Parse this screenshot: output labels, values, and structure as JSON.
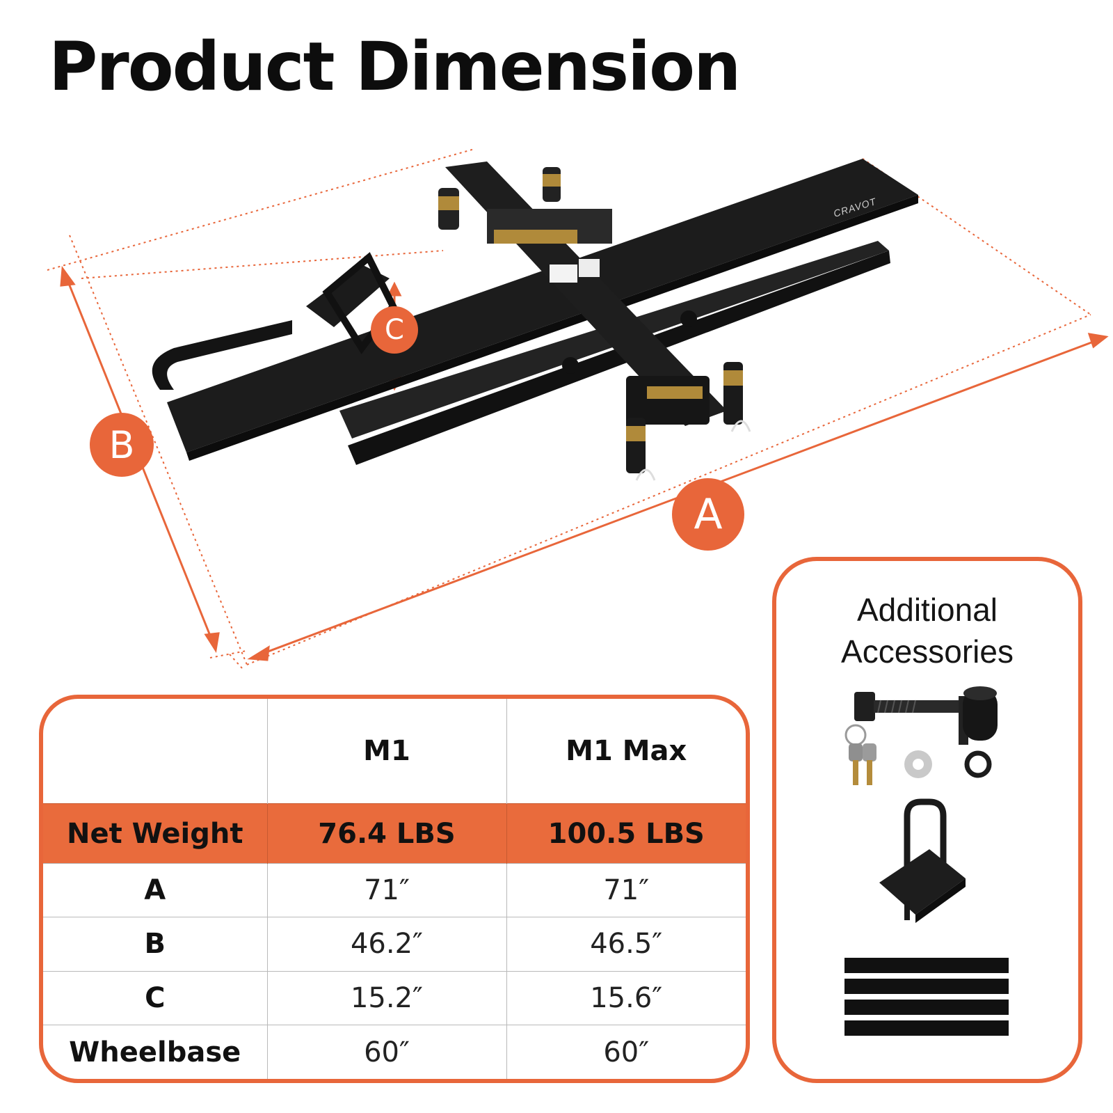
{
  "title": "Product Dimension",
  "brand": "CRAVOT",
  "dimension_labels": {
    "a": "A",
    "b": "B",
    "c": "C"
  },
  "accessories": {
    "title_line1": "Additional",
    "title_line2": "Accessories"
  },
  "spec_table": {
    "columns": [
      "M1",
      "M1 Max"
    ],
    "rows": [
      {
        "label": "Net Weight",
        "m1": "76.4 LBS",
        "m1max": "100.5 LBS"
      },
      {
        "label": "A",
        "m1": "71″",
        "m1max": "71″"
      },
      {
        "label": "B",
        "m1": "46.2″",
        "m1max": "46.5″"
      },
      {
        "label": "C",
        "m1": "15.2″",
        "m1max": "15.6″"
      },
      {
        "label": "Wheelbase",
        "m1": "60″",
        "m1max": "60″"
      }
    ]
  },
  "colors": {
    "accent": "#e8663a",
    "product": "#1a1a1a",
    "brass": "#b08a3a"
  }
}
